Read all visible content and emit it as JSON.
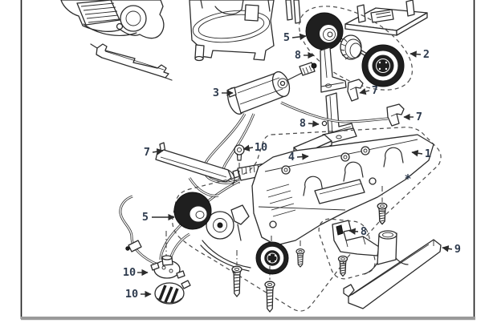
{
  "figure": {
    "kind": "exploded-assembly-diagram",
    "background": "#ffffff",
    "ink_color": "#2b2b2b",
    "label_color": "#2e3b4e",
    "dash_color": "#4a4a4a",
    "frame_shadow_color": "#9a9a9a",
    "footnote_marker": "*",
    "callouts": [
      {
        "label": "5",
        "target": "rear-wheel-tire-top"
      },
      {
        "label": "2",
        "target": "rear-axle-wheel-set"
      },
      {
        "label": "8",
        "target": "axle-bracket-upper"
      },
      {
        "label": "3",
        "target": "motor"
      },
      {
        "label": "7",
        "target": "clip-upper"
      },
      {
        "label": "7",
        "target": "clip-right"
      },
      {
        "label": "8",
        "target": "bracket-tower"
      },
      {
        "label": "7",
        "target": "side-guard-rail"
      },
      {
        "label": "10",
        "target": "small-screw"
      },
      {
        "label": "4",
        "target": "flat-plate"
      },
      {
        "label": "1",
        "target": "chassis"
      },
      {
        "label": "5",
        "target": "front-tire-left"
      },
      {
        "label": "8",
        "target": "lever-bracket"
      },
      {
        "label": "9",
        "target": "base-skid"
      },
      {
        "label": "10",
        "target": "round-unit-upper"
      },
      {
        "label": "10",
        "target": "round-disc-lower"
      }
    ]
  }
}
